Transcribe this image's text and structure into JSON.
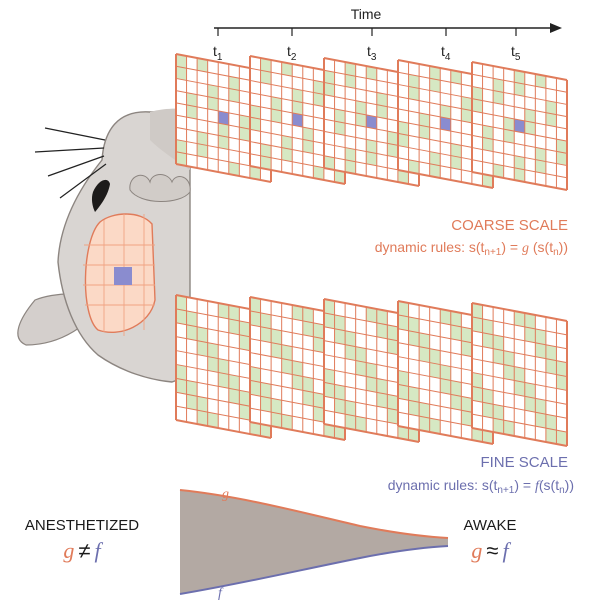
{
  "time_axis": {
    "label": "Time",
    "ticks": [
      "t",
      "t",
      "t",
      "t",
      "t"
    ],
    "subscripts": [
      "1",
      "2",
      "3",
      "4",
      "5"
    ]
  },
  "coarse": {
    "title": "COARSE SCALE",
    "rule_text": "dynamic rules: s(t",
    "rule_sub1": "n+1",
    "rule_mid": ") = ",
    "rule_fn": "g",
    "rule_open": " (s(t",
    "rule_sub2": "n",
    "rule_close": "))",
    "color": "#e07b5a",
    "cell_fill": "#d6e8c3",
    "center_color": "#8a8ccf"
  },
  "fine": {
    "title": "FINE SCALE",
    "rule_text": "dynamic rules: s(t",
    "rule_sub1": "n+1",
    "rule_mid": ") = ",
    "rule_fn": "f",
    "rule_open": "(s(t",
    "rule_sub2": "n",
    "rule_close": "))",
    "color": "#6c6fae",
    "cell_fill": "#d6e8c3"
  },
  "states": {
    "anesthetized_label": "ANESTHETIZED",
    "anesthetized_g": "g",
    "anesthetized_op": "≠",
    "anesthetized_f": "f",
    "awake_label": "AWAKE",
    "awake_g": "g",
    "awake_op": "≈",
    "awake_f": "f"
  },
  "curve_labels": {
    "upper": "g",
    "lower": "f"
  },
  "colors": {
    "g_color": "#e07b5a",
    "f_color": "#6c6fae",
    "funnel_fill": "#b3a9a3",
    "head_fill": "#d9d5d2",
    "brain_fill": "#fbd9c6"
  }
}
